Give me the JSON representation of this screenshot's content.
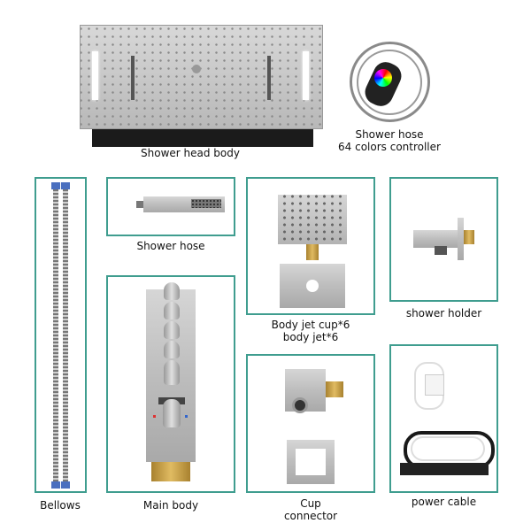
{
  "parts": {
    "shower_head_body": "Shower head body",
    "hose_controller_line1": "Shower hose",
    "hose_controller_line2": "64 colors controller",
    "bellows": "Bellows",
    "shower_hose": "Shower hose",
    "main_body": "Main body",
    "body_jet_line1": "Body jet cup*6",
    "body_jet_line2": "body jet*6",
    "cup_connector_line1": "Cup",
    "cup_connector_line2": "connector",
    "shower_holder": "shower holder",
    "power_cable": "power cable"
  },
  "colors": {
    "frame": "#3f9d8f",
    "steel": "#bdbdbd",
    "brass": "#d4ad55"
  }
}
